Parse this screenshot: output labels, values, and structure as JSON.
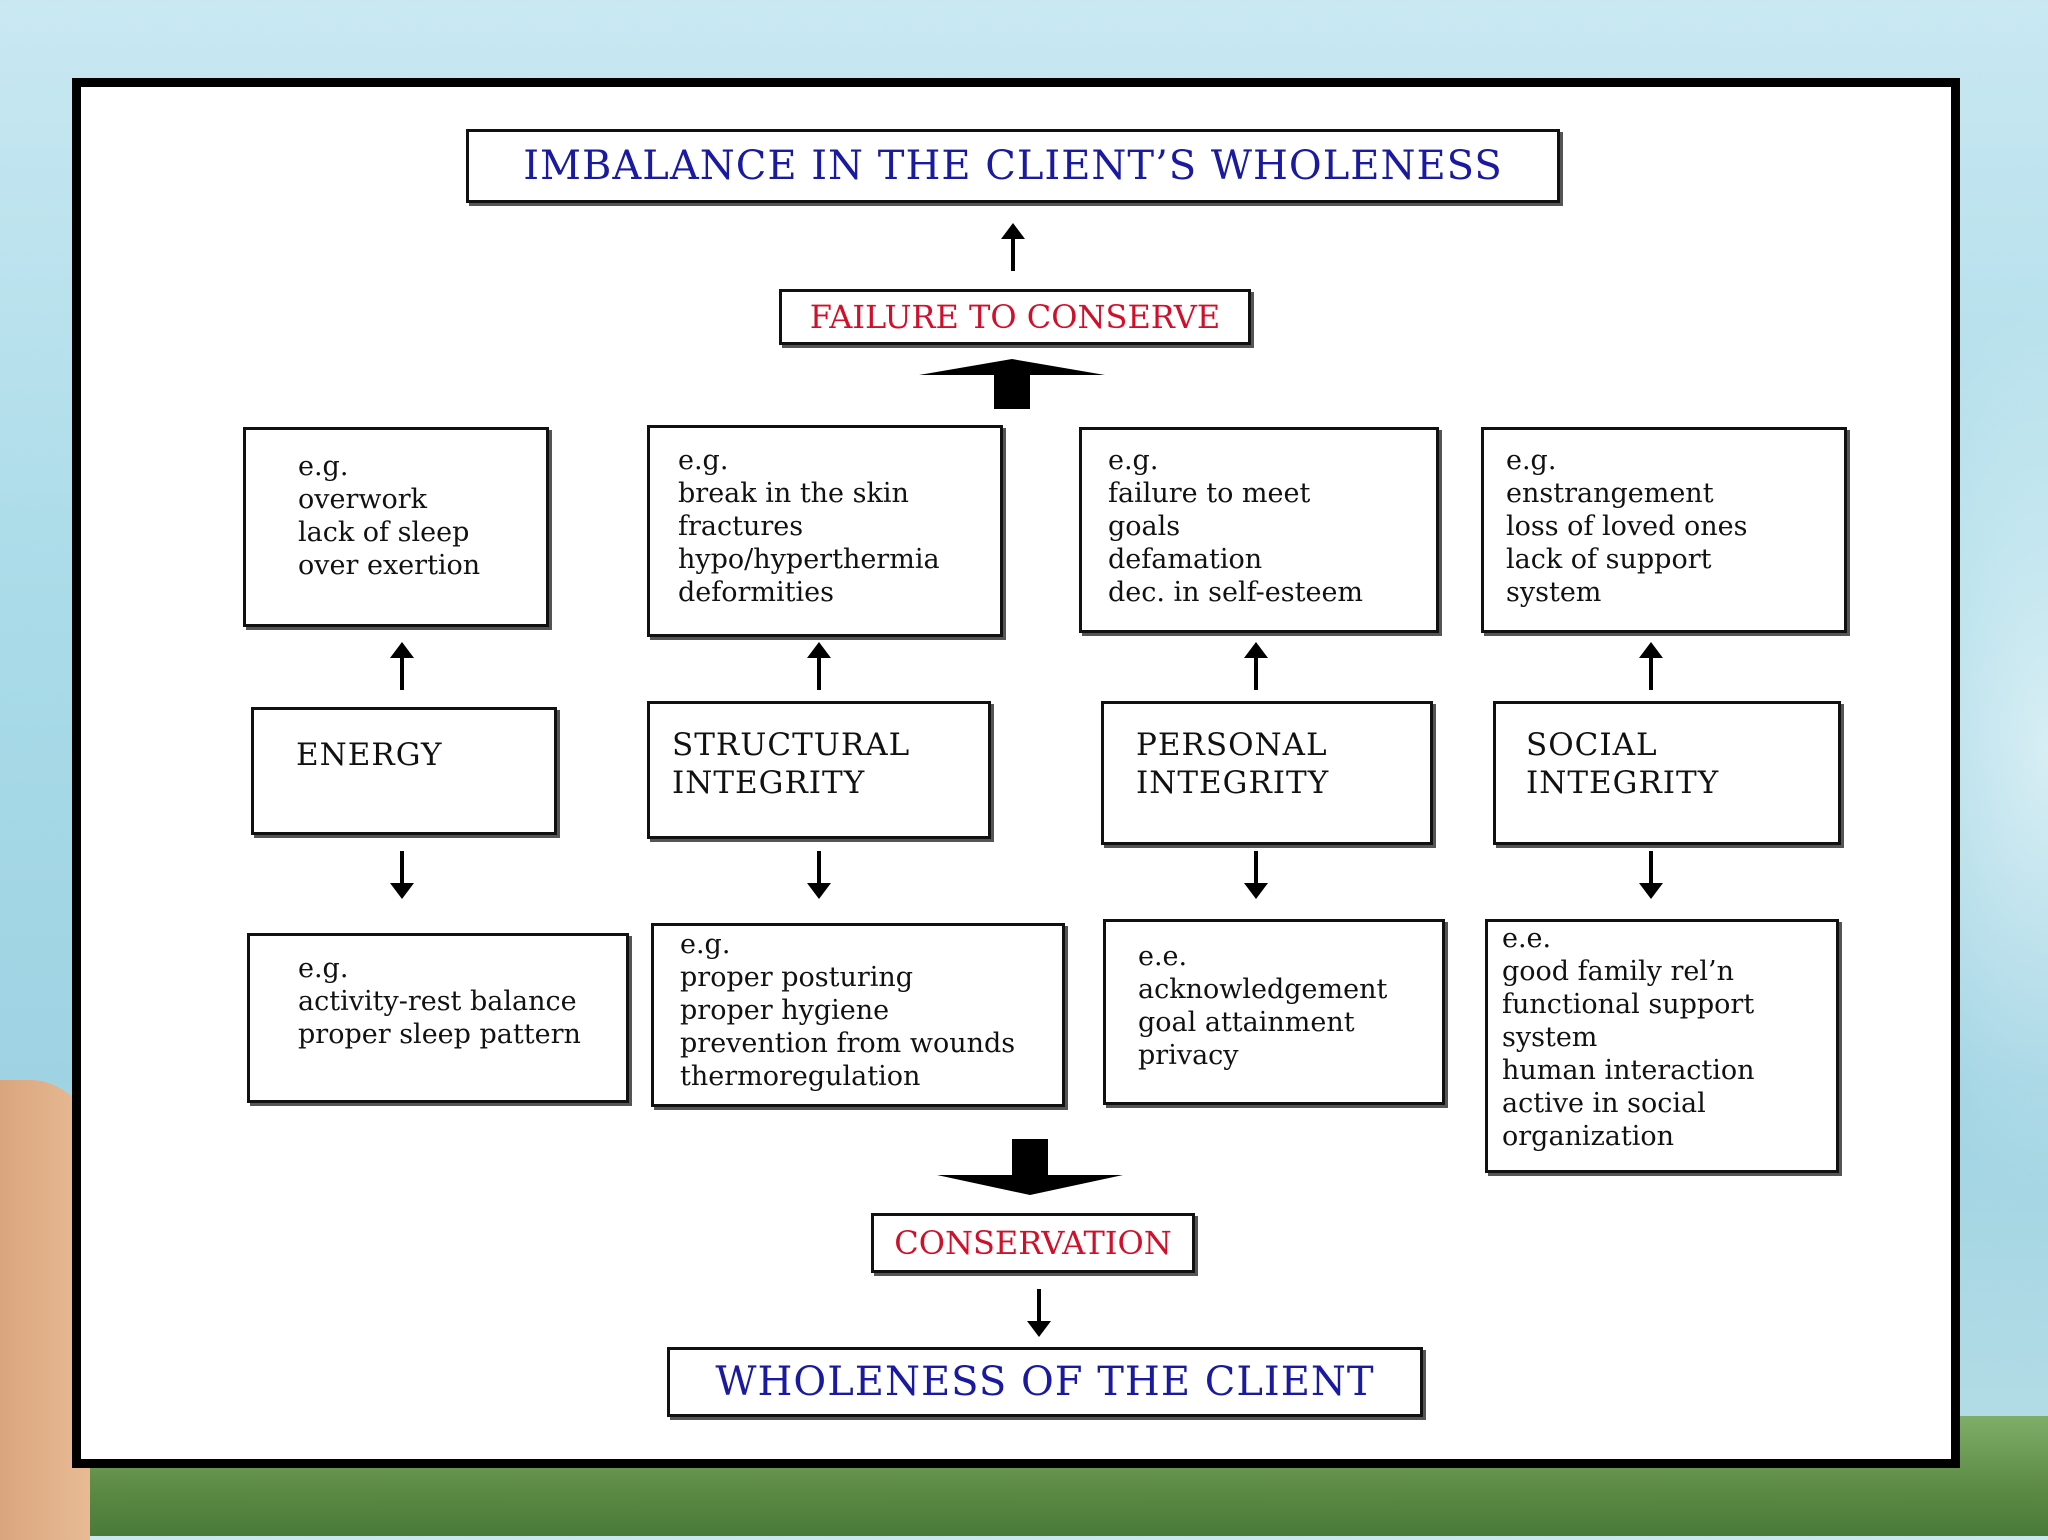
{
  "top_title": "IMBALANCE IN THE CLIENT’S WHOLENESS",
  "failure_label": "FAILURE TO CONSERVE",
  "conservation_label": "CONSERVATION",
  "bottom_title": "WHOLENESS OF THE CLIENT",
  "columns": [
    {
      "category": [
        "ENERGY"
      ],
      "failure_examples": [
        "e.g.",
        "overwork",
        "lack of sleep",
        "over exertion"
      ],
      "conservation_examples": [
        "e.g.",
        "activity-rest balance",
        "proper sleep pattern"
      ]
    },
    {
      "category": [
        "STRUCTURAL",
        "INTEGRITY"
      ],
      "failure_examples": [
        "e.g.",
        "break in the skin",
        "fractures",
        "hypo/hyperthermia",
        "deformities"
      ],
      "conservation_examples": [
        "e.g.",
        "proper posturing",
        "proper hygiene",
        "prevention from wounds",
        "thermoregulation"
      ]
    },
    {
      "category": [
        "PERSONAL",
        "INTEGRITY"
      ],
      "failure_examples": [
        "e.g.",
        "failure to meet",
        "goals",
        "defamation",
        "dec. in self-esteem"
      ],
      "conservation_examples": [
        "e.e.",
        "acknowledgement",
        "goal attainment",
        "privacy"
      ]
    },
    {
      "category": [
        "SOCIAL",
        "INTEGRITY"
      ],
      "failure_examples": [
        "e.g.",
        "enstrangement",
        "loss of loved ones",
        "lack of support",
        "system"
      ],
      "conservation_examples": [
        "e.e.",
        "good family rel’n",
        "functional support",
        "system",
        "human interaction",
        "active in social",
        "organization"
      ]
    }
  ]
}
